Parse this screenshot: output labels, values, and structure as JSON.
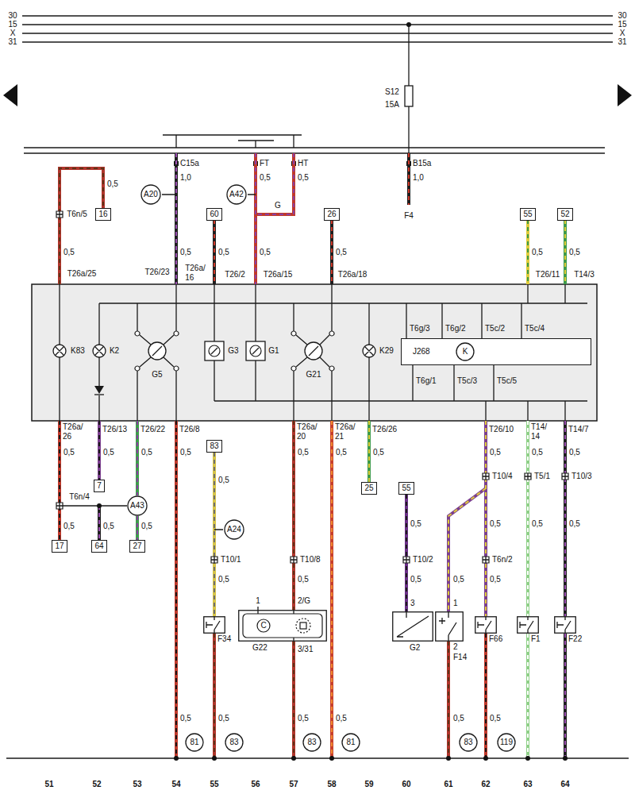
{
  "diagram": {
    "nodes": [
      {
        "text": [
          "A20"
        ]
      },
      {
        "text": [
          "A42"
        ]
      },
      {
        "text": [
          "16"
        ]
      },
      {
        "text": [
          "60"
        ]
      },
      {
        "text": [
          "26"
        ]
      },
      {
        "text": [
          "55"
        ]
      },
      {
        "text": [
          "52"
        ]
      },
      {
        "text": [
          "J268"
        ]
      },
      {
        "text": [
          "K"
        ],
        "in": 7
      },
      {
        "text": [
          "83"
        ]
      },
      {
        "text": [
          "7"
        ]
      },
      {
        "text": [
          "25"
        ]
      },
      {
        "text": [
          "55"
        ]
      },
      {
        "text": [
          "A43"
        ]
      },
      {
        "text": [
          "A24"
        ]
      },
      {
        "text": [
          "17"
        ]
      },
      {
        "text": [
          "64"
        ]
      },
      {
        "text": [
          "27"
        ]
      },
      {
        "text": [
          "F34"
        ]
      },
      {
        "text": [
          "G22"
        ]
      },
      {
        "text": [
          "G2"
        ]
      },
      {
        "text": [
          "F14"
        ]
      },
      {
        "text": [
          "F66"
        ]
      },
      {
        "text": [
          "F1"
        ]
      },
      {
        "text": [
          "F22"
        ]
      },
      {
        "text": [
          "81"
        ]
      },
      {
        "text": [
          "83"
        ]
      },
      {
        "text": [
          "83"
        ]
      },
      {
        "text": [
          "81"
        ]
      },
      {
        "text": [
          "83"
        ]
      },
      {
        "text": [
          "119"
        ]
      }
    ],
    "edges": [
      {
        "from": 9,
        "to": 18,
        "arrow": "none"
      },
      {
        "from": 12,
        "to": 20,
        "arrow": "none"
      },
      {
        "from": 13,
        "to": 17,
        "arrow": "none"
      }
    ],
    "labels": [
      "30",
      "15",
      "X",
      "31",
      "30",
      "15",
      "X",
      "31",
      "S12",
      "15A",
      "C15a",
      "FT",
      "HT",
      "B15a",
      "0,5",
      "1,0",
      "0,5",
      "0,5",
      "1,0",
      "G",
      "T6n/5",
      "F4",
      "0,5",
      "0,5",
      "0,5",
      "0,5",
      "0,5",
      "0,5",
      "0,5",
      "T26a/25",
      "T26/23",
      "T26a/ 16",
      "T26/2",
      "T26a/15",
      "T26a/18",
      "T26/11",
      "T14/3",
      "K83",
      "K2",
      "G5",
      "G3",
      "G1",
      "G21",
      "K29",
      "T6g/3",
      "T6g/2",
      "T5c/2",
      "T5c/4",
      "T6g/1",
      "T5c/3",
      "T5c/5",
      "T26a/ 26",
      "T26/13",
      "T26/22",
      "T26/8",
      "T26a/ 20",
      "T26a/ 21",
      "T26/26",
      "T26/10",
      "T14/ 14",
      "T14/7",
      "0,5",
      "0,5",
      "0,5",
      "0,5",
      "0,5",
      "0,5",
      "0,5",
      "0,5",
      "0,5",
      "0,5",
      "0,5",
      "T10/4",
      "T5/1",
      "T10/3",
      "T6n/4",
      "0,5",
      "0,5",
      "0,5",
      "0,5",
      "0,5",
      "0,5",
      "0,5",
      "T10/1",
      "T10/8",
      "T10/2",
      "T6n/2",
      "0,5",
      "0,5",
      "0,5",
      "0,5",
      "0,5",
      "1",
      "2/G",
      "3",
      "1",
      "3/31",
      "2",
      "0,5",
      "0,5",
      "0,5",
      "0,5",
      "0,5",
      "0,5",
      "51",
      "52",
      "53",
      "54",
      "55",
      "56",
      "57",
      "58",
      "59",
      "60",
      "61",
      "62",
      "63",
      "64",
      "C"
    ]
  }
}
